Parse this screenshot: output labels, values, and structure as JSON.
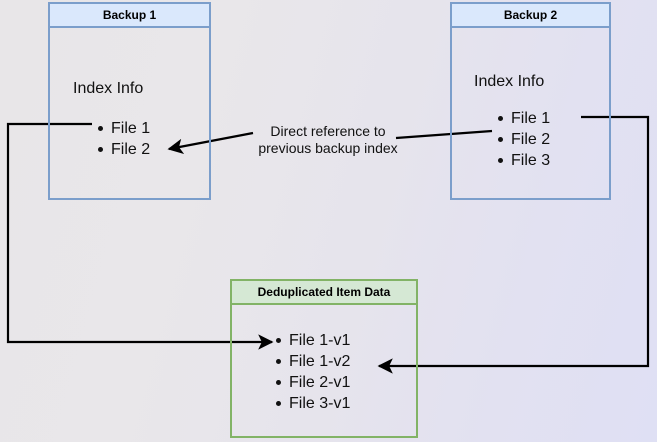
{
  "diagram": {
    "type": "backup-deduplication-reference-diagram",
    "background_gradient_from": "#e8e6e8",
    "background_gradient_to": "#dfe0f4",
    "nodes": [
      {
        "id": "backup1",
        "title": "Backup 1",
        "section_label": "Index Info",
        "accent_color": "#7b9ecb",
        "header_fill": "#dae8fc",
        "items": [
          "File 1",
          "File 2"
        ]
      },
      {
        "id": "backup2",
        "title": "Backup 2",
        "section_label": "Index Info",
        "accent_color": "#7b9ecb",
        "header_fill": "#dae8fc",
        "items": [
          "File 1",
          "File 2",
          "File 3"
        ]
      },
      {
        "id": "dedup",
        "title": "Deduplicated Item Data",
        "accent_color": "#82b366",
        "header_fill": "#d5e8d4",
        "items": [
          "File 1-v1",
          "File 1-v2",
          "File 2-v1",
          "File 3-v1"
        ]
      }
    ],
    "edges": [
      {
        "id": "edge-backup2-to-backup1",
        "caption_line1": "Direct reference to",
        "caption_line2": "previous backup index",
        "from": "backup2.File 2",
        "to": "backup1.File 2",
        "color": "#000000"
      },
      {
        "id": "edge-backup1-to-dedup",
        "from": "backup1.File 1",
        "to": "dedup.File 1-v1",
        "color": "#000000"
      },
      {
        "id": "edge-backup2-to-dedup",
        "from": "backup2.File 1",
        "to": "dedup.File 1-v2",
        "color": "#000000"
      }
    ]
  }
}
